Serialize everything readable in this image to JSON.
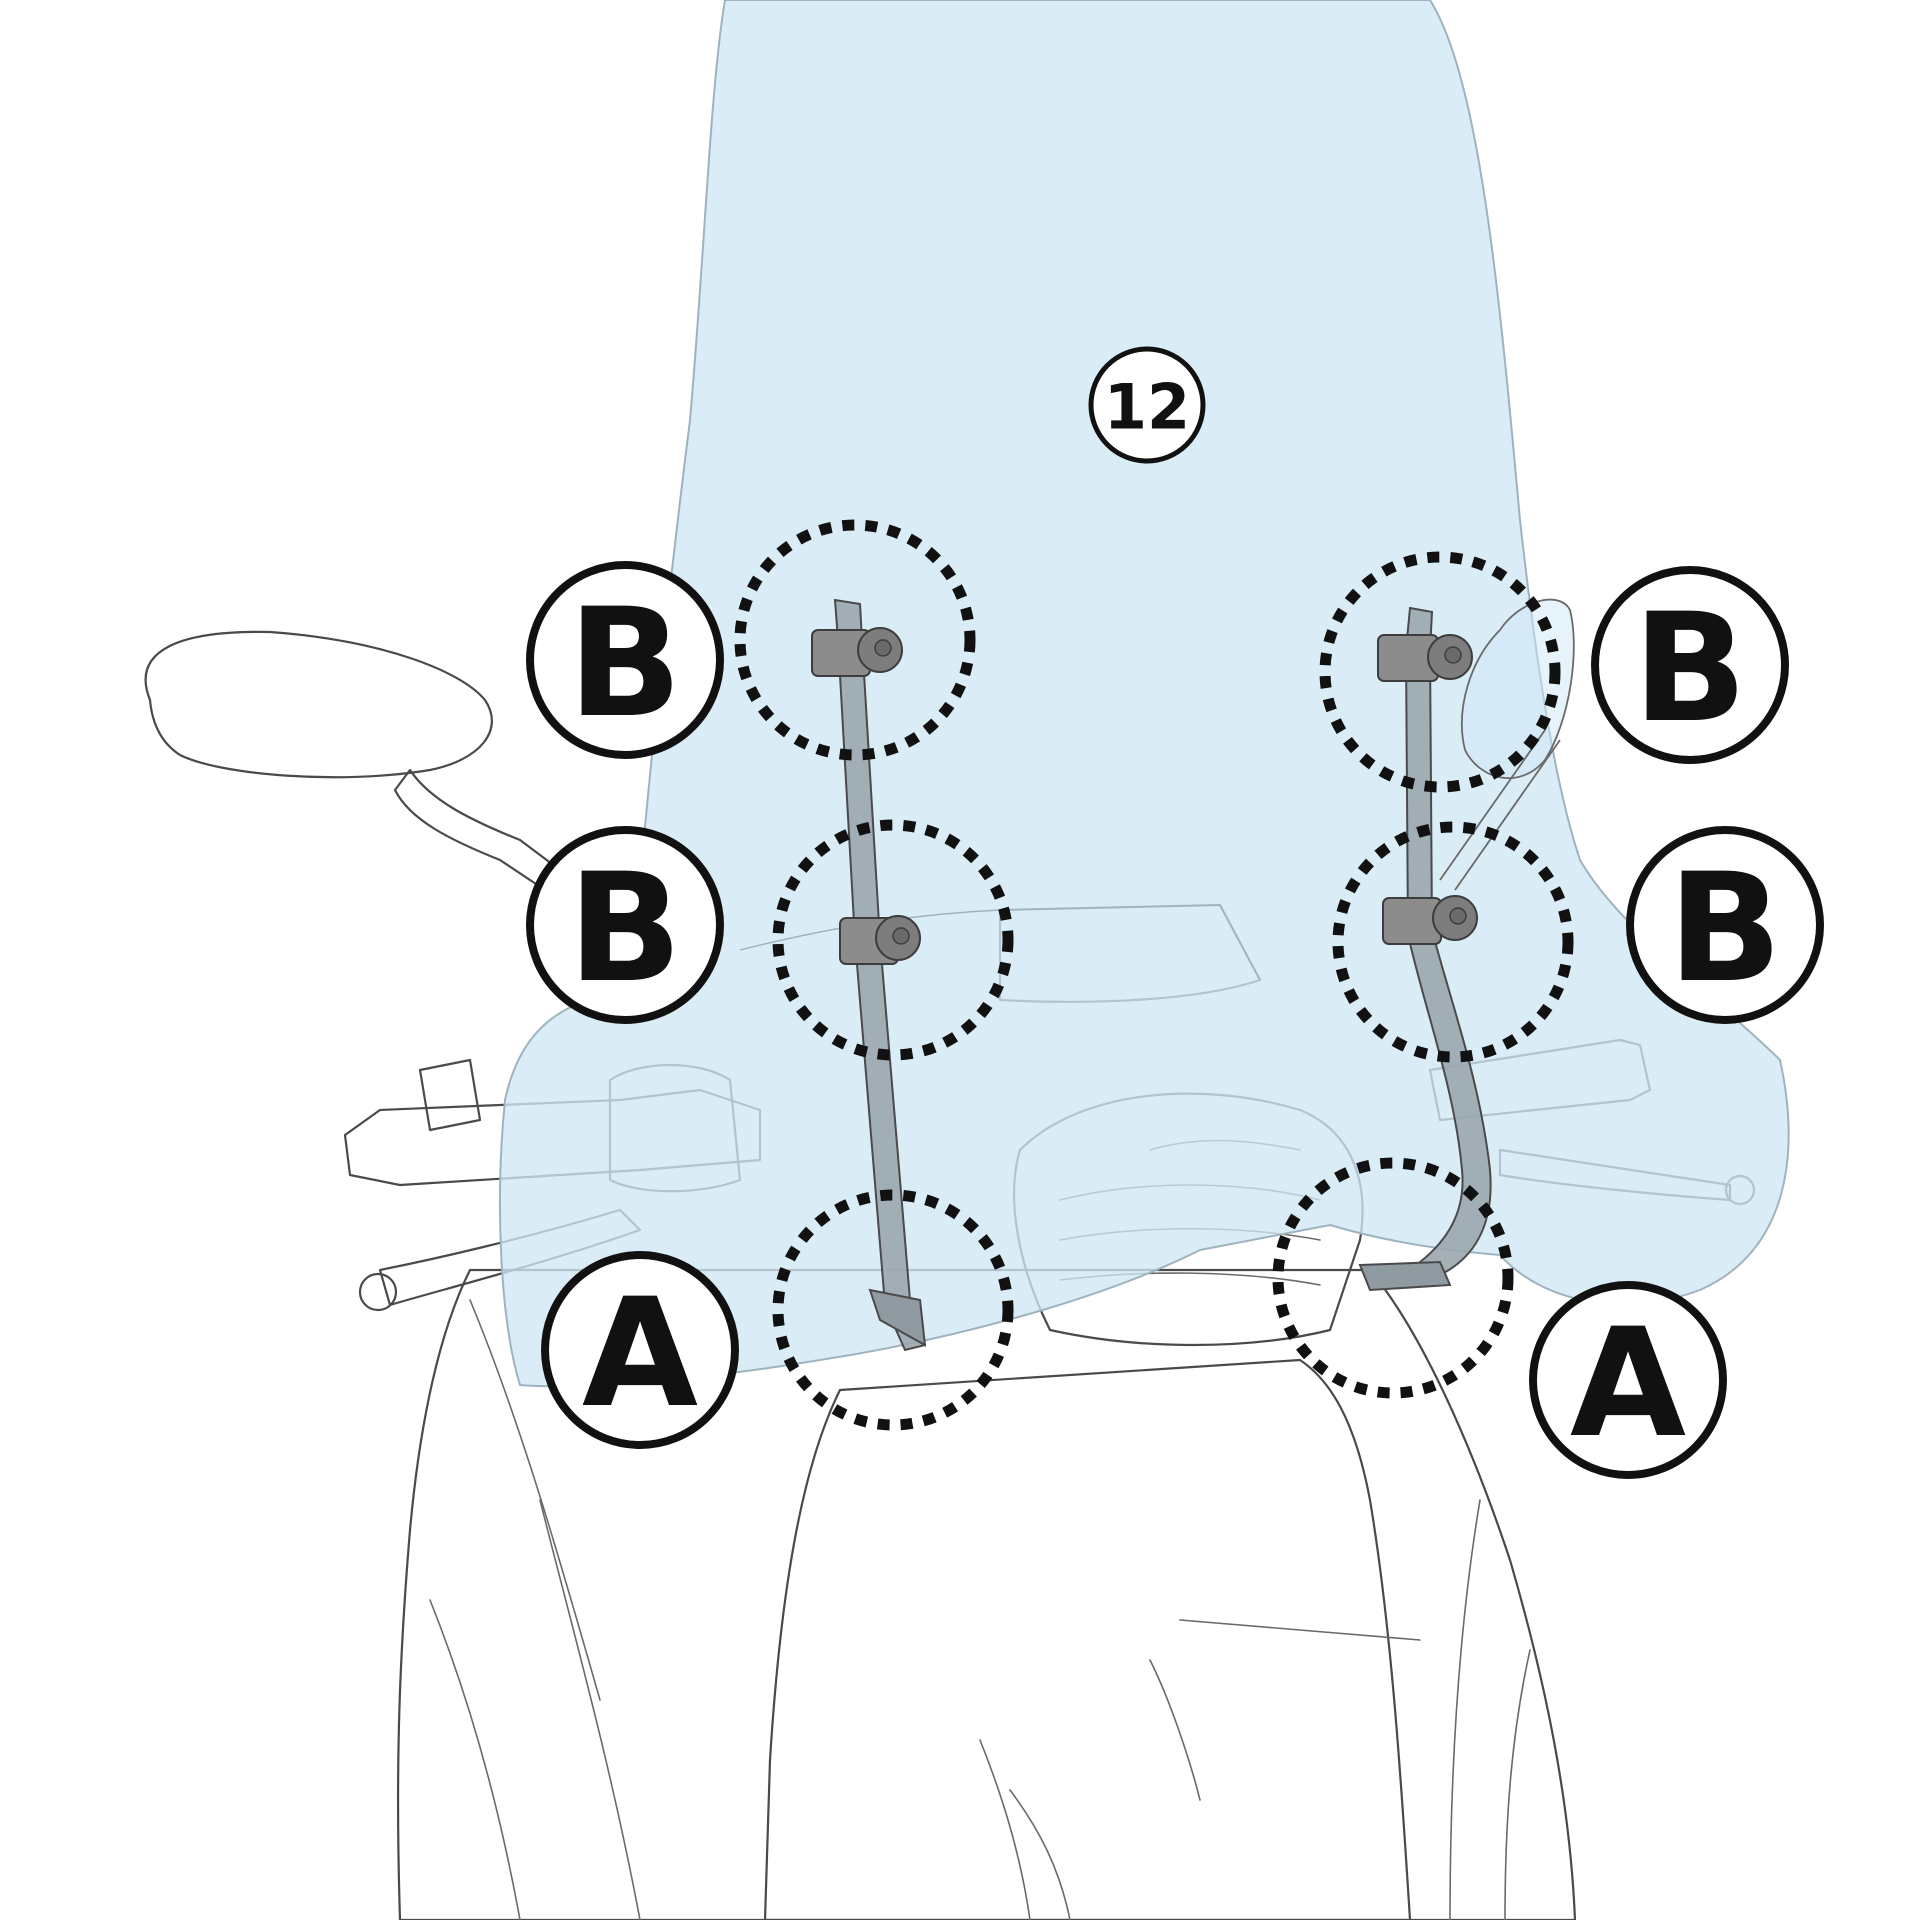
{
  "diagram": {
    "part_number": "12",
    "callouts": {
      "B_upper_left": "B",
      "B_lower_left": "B",
      "A_left": "A",
      "B_upper_right": "B",
      "B_lower_right": "B",
      "A_right": "A"
    },
    "colors": {
      "windscreen_fill": "#cfe8f5",
      "windscreen_stroke": "#9fb3bf",
      "body_fill": "#f1f1f1",
      "outline": "#4a4a4a",
      "bracket_fill": "#9aa6ae",
      "bolt_fill": "#7d7d7d",
      "dotted_marker": "#111111"
    }
  }
}
